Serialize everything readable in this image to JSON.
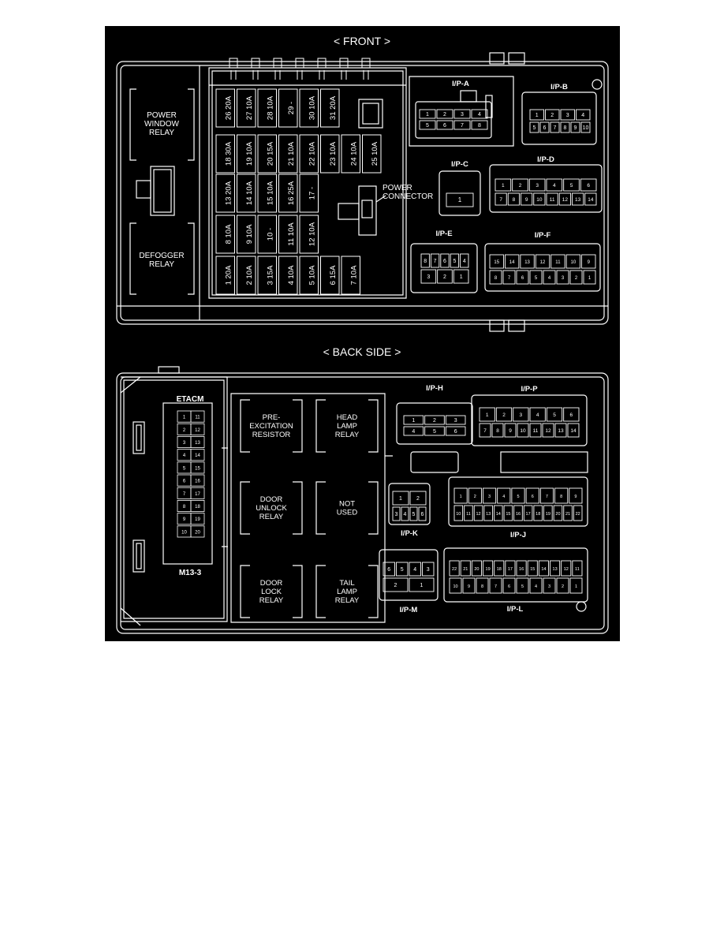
{
  "headings": {
    "front": "< FRONT >",
    "back": "< BACK SIDE >"
  },
  "colors": {
    "background": "#000000",
    "line": "#ffffff"
  },
  "front": {
    "relays": [
      {
        "id": "power-window",
        "lines": [
          "POWER",
          "WINDOW",
          "RELAY"
        ]
      },
      {
        "id": "defogger",
        "lines": [
          "DEFOGGER",
          "RELAY"
        ]
      }
    ],
    "fuse_rows": [
      [
        "26  20A",
        "27  10A",
        "28  10A",
        "29    -",
        "30  10A",
        "31  20A"
      ],
      [
        "18  30A",
        "19  10A",
        "20  15A",
        "21  10A",
        "22  10A",
        "23  10A",
        "24  10A",
        "25  10A"
      ],
      [
        "13  20A",
        "14  10A",
        "15  10A",
        "16  25A",
        "17    -"
      ],
      [
        "8  10A",
        "9  10A",
        "10    -",
        "11  10A",
        "12  10A"
      ],
      [
        "1  20A",
        "2  10A",
        "3  15A",
        "4  10A",
        "5  10A",
        "6  15A",
        "7  10A"
      ]
    ],
    "power_connector": [
      "POWER",
      "CONNECTOR"
    ],
    "connectors": [
      {
        "id": "ip-a",
        "label": "I/P-A",
        "rows": [
          [
            "1",
            "2",
            "3",
            "4"
          ],
          [
            "5",
            "6",
            "7",
            "8"
          ]
        ]
      },
      {
        "id": "ip-b",
        "label": "I/P-B",
        "rows": [
          [
            "1",
            "2",
            "3",
            "4"
          ],
          [
            "5",
            "6",
            "7",
            "8",
            "9",
            "10"
          ]
        ]
      },
      {
        "id": "ip-c",
        "label": "I/P-C",
        "rows": [
          [
            "1"
          ]
        ]
      },
      {
        "id": "ip-d",
        "label": "I/P-D",
        "rows": [
          [
            "1",
            "2",
            "3",
            "4",
            "5",
            "6"
          ],
          [
            "7",
            "8",
            "9",
            "10",
            "11",
            "12",
            "13",
            "14"
          ]
        ]
      },
      {
        "id": "ip-e",
        "label": "I/P-E",
        "rows": [
          [
            "8",
            "7",
            "6",
            "5",
            "4"
          ],
          [
            "3",
            "2",
            "1"
          ]
        ]
      },
      {
        "id": "ip-f",
        "label": "I/P-F",
        "rows": [
          [
            "15",
            "14",
            "13",
            "12",
            "11",
            "10",
            "9"
          ],
          [
            "8",
            "7",
            "6",
            "5",
            "4",
            "3",
            "2",
            "1"
          ]
        ]
      }
    ]
  },
  "back": {
    "etacm": {
      "title": "ETACM",
      "code": "M13-3",
      "pins": [
        [
          "1",
          "11"
        ],
        [
          "2",
          "12"
        ],
        [
          "3",
          "13"
        ],
        [
          "4",
          "14"
        ],
        [
          "5",
          "15"
        ],
        [
          "6",
          "16"
        ],
        [
          "7",
          "17"
        ],
        [
          "8",
          "18"
        ],
        [
          "9",
          "19"
        ],
        [
          "10",
          "20"
        ]
      ]
    },
    "relays": [
      {
        "id": "pre-excitation-resistor",
        "lines": [
          "PRE-",
          "EXCITATION",
          "RESISTOR"
        ]
      },
      {
        "id": "head-lamp-relay",
        "lines": [
          "HEAD",
          "LAMP",
          "RELAY"
        ]
      },
      {
        "id": "door-unlock-relay",
        "lines": [
          "DOOR",
          "UNLOCK",
          "RELAY"
        ]
      },
      {
        "id": "not-used",
        "lines": [
          "NOT",
          "USED"
        ]
      },
      {
        "id": "door-lock-relay",
        "lines": [
          "DOOR",
          "LOCK",
          "RELAY"
        ]
      },
      {
        "id": "tail-lamp-relay",
        "lines": [
          "TAIL",
          "LAMP",
          "RELAY"
        ]
      }
    ],
    "connectors": [
      {
        "id": "ip-h",
        "label": "I/P-H",
        "rows": [
          [
            "1",
            "2",
            "3"
          ],
          [
            "4",
            "5",
            "6"
          ]
        ]
      },
      {
        "id": "ip-p",
        "label": "I/P-P",
        "rows": [
          [
            "1",
            "2",
            "3",
            "4",
            "5",
            "6"
          ],
          [
            "7",
            "8",
            "9",
            "10",
            "11",
            "12",
            "13",
            "14"
          ]
        ]
      },
      {
        "id": "ip-k",
        "label": "I/P-K",
        "rows": [
          [
            "1",
            "2"
          ],
          [
            "3",
            "4",
            "5",
            "6"
          ]
        ]
      },
      {
        "id": "ip-j",
        "label": "I/P-J",
        "rows": [
          [
            "1",
            "2",
            "3",
            "4",
            "5",
            "6",
            "7",
            "8",
            "9"
          ],
          [
            "10",
            "11",
            "12",
            "13",
            "14",
            "15",
            "16",
            "17",
            "18",
            "19",
            "20",
            "21",
            "22"
          ]
        ]
      },
      {
        "id": "ip-m",
        "label": "I/P-M",
        "rows": [
          [
            "6",
            "5",
            "4",
            "3"
          ],
          [
            "2",
            "1"
          ]
        ]
      },
      {
        "id": "ip-l",
        "label": "I/P-L",
        "rows": [
          [
            "22",
            "21",
            "20",
            "19",
            "18",
            "17",
            "16",
            "15",
            "14",
            "13",
            "12",
            "11"
          ],
          [
            "10",
            "9",
            "8",
            "7",
            "6",
            "5",
            "4",
            "3",
            "2",
            "1"
          ]
        ]
      }
    ]
  }
}
